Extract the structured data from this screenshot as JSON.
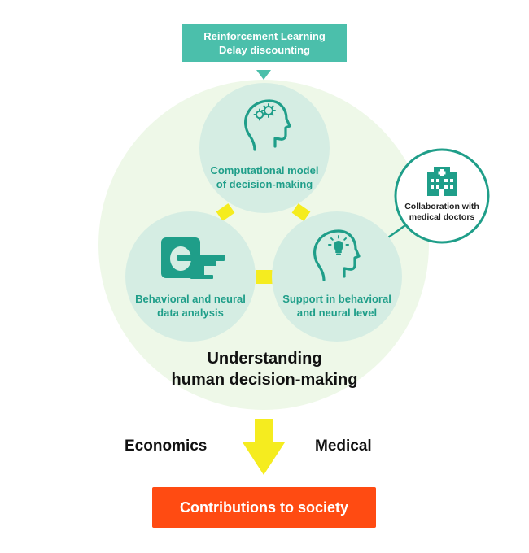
{
  "top_box": {
    "line1": "Reinforcement Learning",
    "line2": "Delay discounting"
  },
  "nodes": {
    "computational": {
      "line1": "Computational model",
      "line2": "of decision-making",
      "icon": "head-gears-icon"
    },
    "analysis": {
      "line1": "Behavioral and neural",
      "line2": "data analysis",
      "icon": "mri-scanner-icon"
    },
    "support": {
      "line1": "Support in behavioral",
      "line2": "and neural level",
      "icon": "head-lightbulb-icon"
    }
  },
  "collaboration": {
    "line1": "Collaboration with",
    "line2": "medical doctors",
    "icon": "hospital-icon"
  },
  "center_title": {
    "line1": "Understanding",
    "line2": "human decision-making"
  },
  "fields": {
    "left": "Economics",
    "right": "Medical"
  },
  "bottom_box": {
    "label": "Contributions to society"
  },
  "colors": {
    "teal": "#4bbfab",
    "teal_dark": "#1f9e89",
    "light_green_bg": "#eef8e8",
    "node_fill": "#d5ede3",
    "yellow": "#f5ec1f",
    "orange": "#ff4b12"
  }
}
